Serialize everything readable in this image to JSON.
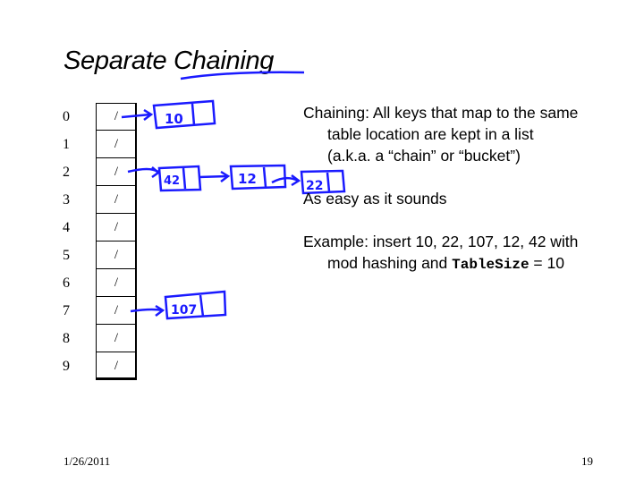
{
  "title": "Separate Chaining",
  "table": {
    "rows": [
      {
        "index": "0",
        "value": "/"
      },
      {
        "index": "1",
        "value": "/"
      },
      {
        "index": "2",
        "value": "/"
      },
      {
        "index": "3",
        "value": "/"
      },
      {
        "index": "4",
        "value": "/"
      },
      {
        "index": "5",
        "value": "/"
      },
      {
        "index": "6",
        "value": "/"
      },
      {
        "index": "7",
        "value": "/"
      },
      {
        "index": "8",
        "value": "/"
      },
      {
        "index": "9",
        "value": "/"
      }
    ]
  },
  "annotations": {
    "chain0": [
      "10"
    ],
    "chain2": [
      "42",
      "12",
      "22"
    ],
    "chain7": [
      "107"
    ],
    "ink_color": "#1a1aff"
  },
  "body": {
    "p1_first": "Chaining: All keys that map to the same",
    "p1_cont1": "table location are kept in a list",
    "p1_cont2": "(a.k.a. a “chain” or “bucket”)",
    "p2": "As easy as it sounds",
    "p3_first": "Example: insert 10, 22, 107, 12, 42 with",
    "p3_cont_pre": "mod hashing and ",
    "p3_cont_code": "TableSize",
    "p3_cont_post": " = 10"
  },
  "footer": {
    "date": "1/26/2011",
    "page": "19"
  }
}
